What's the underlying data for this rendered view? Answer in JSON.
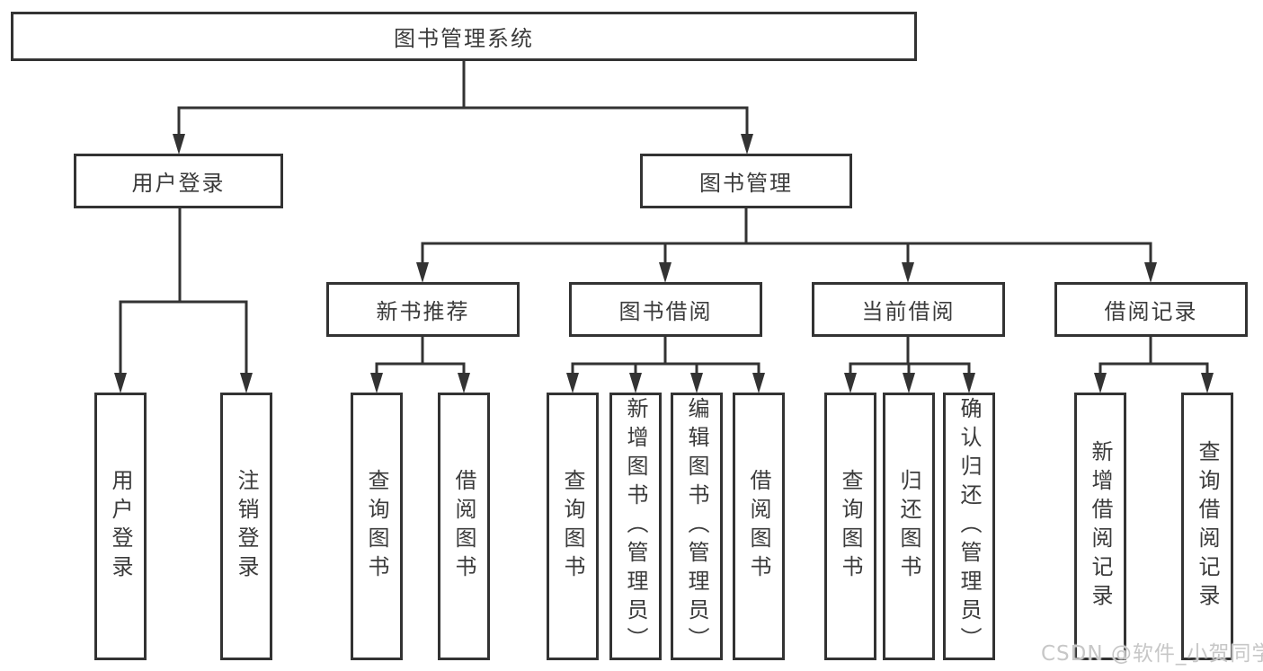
{
  "diagram": {
    "root": "图书管理系统",
    "level2": [
      "用户登录",
      "图书管理"
    ],
    "level3": [
      "新书推荐",
      "图书借阅",
      "当前借阅",
      "借阅记录"
    ],
    "leaves": {
      "user_login": [
        "用户登录",
        "注销登录"
      ],
      "new_book_recommend": [
        "查询图书",
        "借阅图书"
      ],
      "book_borrow": [
        "查询图书",
        "新增图书（管理员）",
        "编辑图书（管理员）",
        "借阅图书"
      ],
      "current_borrow": [
        "查询图书",
        "归还图书",
        "确认归还（管理员）"
      ],
      "borrow_records": [
        "新增借阅记录",
        "查询借阅记录"
      ]
    }
  },
  "watermark": "CSDN @软件_小贺同学",
  "colors": {
    "line": "#333333",
    "text": "#3b3b3b",
    "watermark": "#c7c7c7",
    "background": "#ffffff"
  }
}
